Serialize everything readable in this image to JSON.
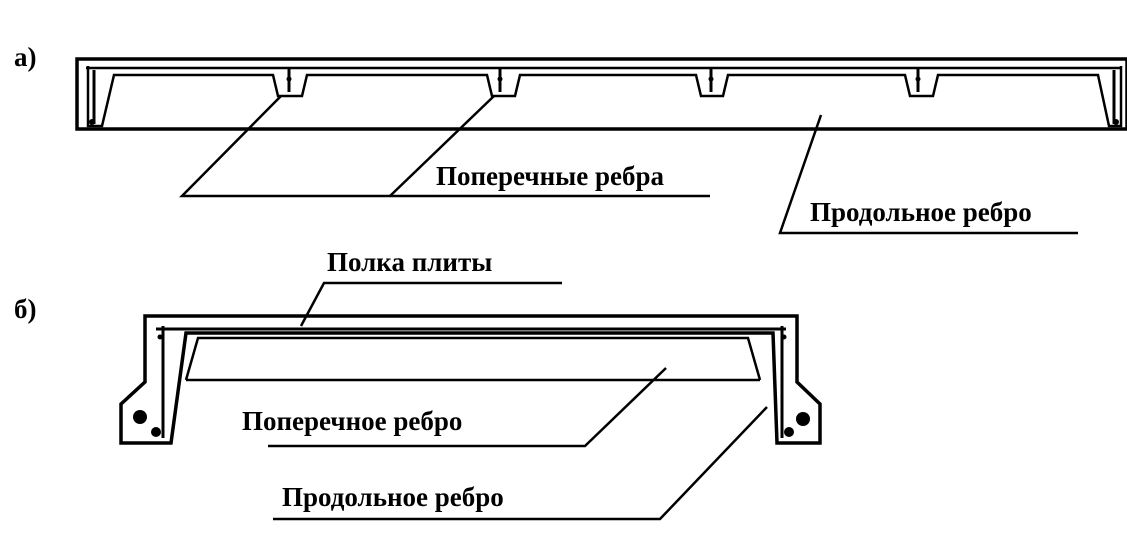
{
  "figure_a": {
    "marker": "а)",
    "labels": {
      "transverse_ribs": "Поперечные ребра",
      "longitudinal_rib": "Продольное ребро"
    }
  },
  "figure_b": {
    "marker": "б)",
    "labels": {
      "slab_shelf": "Полка плиты",
      "transverse_rib": "Поперечное ребро",
      "longitudinal_rib": "Продольное ребро"
    }
  },
  "colors": {
    "ink": "#000000",
    "background": "#ffffff"
  }
}
